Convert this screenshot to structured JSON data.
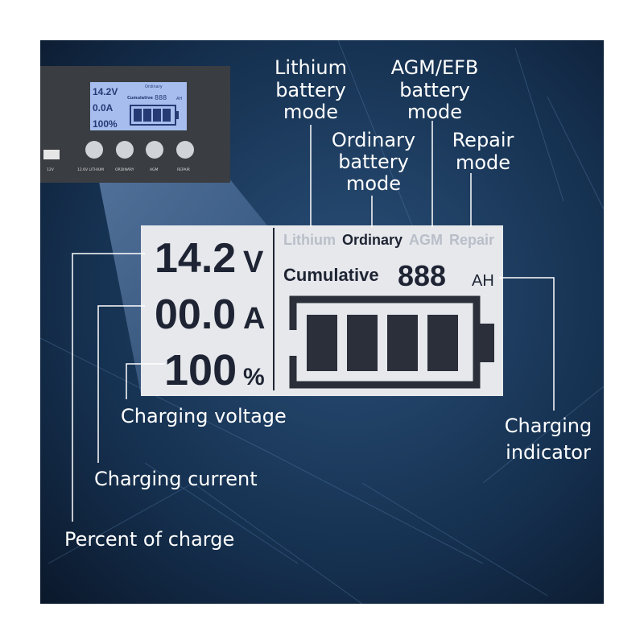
{
  "device": {
    "lcd": {
      "voltage": "14.2V",
      "current": "0.0A",
      "percent": "100%",
      "mode": "Ordinary",
      "cumulative": "Cumulative",
      "ah_digits": "888",
      "ah_unit": "AH"
    },
    "buttons": [
      {
        "label": "12V"
      },
      {
        "label": "12.6V LITHIUM"
      },
      {
        "label": "ORDINARY"
      },
      {
        "label": "AGM"
      },
      {
        "label": "REPAIR"
      }
    ]
  },
  "display": {
    "voltage_digits": "14.2",
    "voltage_unit": "V",
    "current_digits": "00.0",
    "current_unit": "A",
    "percent_digits": "100",
    "percent_unit": "%",
    "modes": [
      {
        "label": "Lithium",
        "active": false
      },
      {
        "label": "Ordinary",
        "active": true
      },
      {
        "label": "AGM",
        "active": false
      },
      {
        "label": "Repair",
        "active": false
      }
    ],
    "cumulative_label": "Cumulative",
    "ah_digits": "888",
    "ah_unit": "AH",
    "battery_bars_filled": 4,
    "battery_bars_total": 4
  },
  "callouts": {
    "lithium": [
      "Lithium",
      "battery",
      "mode"
    ],
    "ordinary": [
      "Ordinary",
      "battery",
      "mode"
    ],
    "agm": [
      "AGM/EFB",
      "battery",
      "mode"
    ],
    "repair": [
      "Repair",
      "mode"
    ],
    "charging_voltage": "Charging voltage",
    "charging_current": "Charging current",
    "percent_of_charge": "Percent of charge",
    "charging_indicator": [
      "Charging",
      "indicator"
    ]
  },
  "colors": {
    "background": "#132848",
    "lcd": "#e6e8ec",
    "lcd_ink": "#1e2433",
    "lcd_ghost": "#b9bec8",
    "callout_line": "#ffffff",
    "device_lcd": "#9fb6ea"
  }
}
